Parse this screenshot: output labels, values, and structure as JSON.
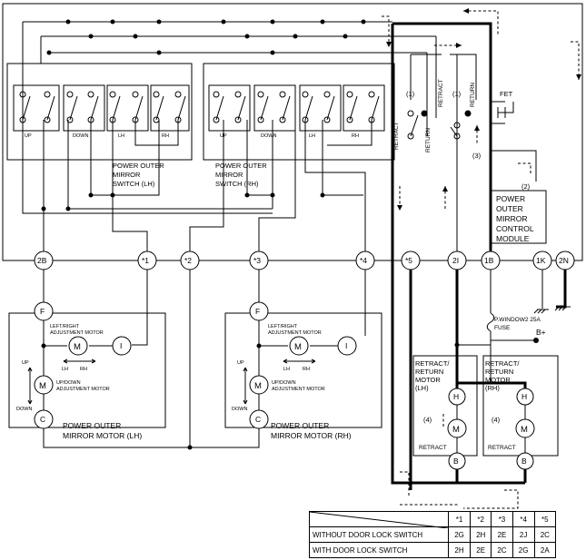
{
  "switches": {
    "lh": {
      "line1": "POWER OUTER",
      "line2": "MIRROR",
      "line3": "SWITCH (LH)",
      "labels": [
        "UP",
        "DOWN",
        "LH",
        "RH"
      ]
    },
    "rh": {
      "line1": "POWER OUTER",
      "line2": "MIRROR",
      "line3": "SWITCH (RH)",
      "labels": [
        "UP",
        "DOWN",
        "LH",
        "RH"
      ]
    }
  },
  "connector": {
    "pins": [
      "2B",
      "*1",
      "*2",
      "*3",
      "*4",
      "*5",
      "2I",
      "1B",
      "1K",
      "2N"
    ]
  },
  "mirror_motor_lh": {
    "node_f": "F",
    "node_c": "C",
    "node_i": "I",
    "lr_motor": "LEFT/RIGHT",
    "lr_motor2": "ADJUSTMENT MOTOR",
    "ud_motor": "UP/DOWN",
    "ud_motor2": "ADJUSTMENT MOTOR",
    "motor_symbol": "M",
    "lh": "LH",
    "rh": "RH",
    "up": "UP",
    "down": "DOWN",
    "title1": "POWER OUTER",
    "title2": "MIRROR MOTOR (LH)"
  },
  "mirror_motor_rh": {
    "node_f": "F",
    "node_c": "C",
    "node_i": "I",
    "lr_motor": "LEFT/RIGHT",
    "lr_motor2": "ADJUSTMENT MOTOR",
    "ud_motor": "UP/DOWN",
    "ud_motor2": "ADJUSTMENT MOTOR",
    "motor_symbol": "M",
    "lh": "LH",
    "rh": "RH",
    "up": "UP",
    "down": "DOWN",
    "title1": "POWER OUTER",
    "title2": "MIRROR MOTOR (RH)"
  },
  "relays": {
    "retract": "RETRACT",
    "return": "RETURN",
    "ref1": "(1)",
    "ref2": "(2)",
    "ref3": "(3)",
    "fet": "FET"
  },
  "module": {
    "l1": "POWER",
    "l2": "OUTER",
    "l3": "MIRROR",
    "l4": "CONTROL",
    "l5": "MODULE"
  },
  "fuse": {
    "l1": "P.WINDOW2 25A",
    "l2": "FUSE",
    "bplus": "B+"
  },
  "retract_lh": {
    "l1": "RETRACT/",
    "l2": "RETURN",
    "l3": "MOTOR",
    "l4": "(LH)",
    "h": "H",
    "b": "B",
    "m": "M",
    "ref": "(4)",
    "retract": "RETRACT"
  },
  "retract_rh": {
    "l1": "RETRACT/",
    "l2": "RETURN",
    "l3": "MOTOR",
    "l4": "(RH)",
    "h": "H",
    "b": "B",
    "m": "M",
    "ref": "(4)",
    "retract": "RETRACT"
  },
  "table": {
    "headers": [
      "*1",
      "*2",
      "*3",
      "*4",
      "*5"
    ],
    "rows": [
      {
        "label": "WITHOUT DOOR LOCK SWITCH",
        "values": [
          "2G",
          "2H",
          "2E",
          "2J",
          "2C"
        ]
      },
      {
        "label": "WITH DOOR LOCK SWITCH",
        "values": [
          "2H",
          "2E",
          "2C",
          "2G",
          "2A"
        ]
      }
    ]
  }
}
